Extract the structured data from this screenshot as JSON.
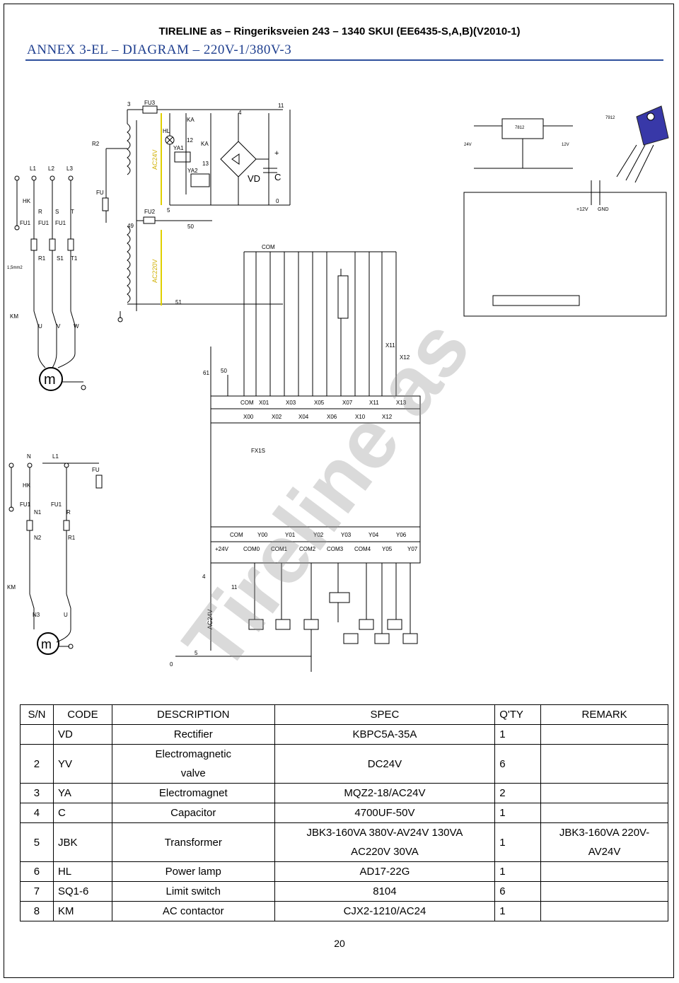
{
  "header": {
    "company": "TIRELINE as – Ringeriksveien 243 – 1340 SKUI (EE6435-S,A,B)(V2010-1)",
    "title": "ANNEX 3-EL – DIAGRAM – 220V-1/380V-3"
  },
  "diagram": {
    "labels": {
      "fu3": "FU3",
      "n3": "3",
      "n4": "4",
      "n11": "11",
      "km_top": "KA",
      "hl": "HL",
      "ya1": "YA1",
      "ya2": "YA2",
      "n12": "12",
      "n13": "13",
      "r2": "R2",
      "fu": "FU",
      "fu2": "FU2",
      "n5": "5",
      "n49": "49",
      "n50": "50",
      "n51": "51",
      "ac24v": "AC24V",
      "ac220v": "AC220V",
      "vd": "VD",
      "c": "C",
      "plus": "+",
      "zero": "0",
      "l1": "L1",
      "l2": "L2",
      "l3": "L3",
      "hk": "HK",
      "r": "R",
      "s": "S",
      "t": "T",
      "fu1": "FU1",
      "r1": "R1",
      "s1": "S1",
      "t1": "T1",
      "mm": "1,5mm2",
      "km": "KM",
      "u": "U",
      "v": "V",
      "w": "W",
      "m": "m",
      "com": "COM",
      "x11": "X11",
      "x12": "X12",
      "n61": "61",
      "n50b": "50",
      "ic1": "7812",
      "v24": "24V",
      "v12": "12V",
      "ic2": "7912",
      "p12v": "+12V",
      "gnd": "GND",
      "fx1s": "FX1S",
      "n_top": [
        "COM",
        "X01",
        "X03",
        "X05",
        "X07",
        "X11",
        "X13"
      ],
      "n_bot": [
        "X00",
        "X02",
        "X04",
        "X06",
        "X10",
        "X12"
      ],
      "y_top": [
        "COM",
        "Y00",
        "Y01",
        "Y02",
        "Y03",
        "Y04",
        "Y06"
      ],
      "y_bot": [
        "+24V",
        "COM0",
        "COM1",
        "COM2",
        "COM3",
        "COM4",
        "Y05",
        "Y07"
      ],
      "n": "N",
      "l1b": "L1",
      "hk2": "HK",
      "fu1b": "FU1",
      "n1": "N1",
      "rb": "R",
      "n2": "N2",
      "r1b": "R1",
      "km2": "KM",
      "n3b": "N3",
      "ub": "U",
      "n4b": "4",
      "n11b": "11",
      "n0": "0",
      "n5b": "5",
      "ac24vb": "AC24V"
    }
  },
  "watermark": "Tireline as",
  "table": {
    "headers": [
      "S/N",
      "CODE",
      "DESCRIPTION",
      "SPEC",
      "Q'TY",
      "REMARK"
    ],
    "rows": [
      {
        "sn": "",
        "code": "VD",
        "desc1": "Rectifier",
        "desc2": "",
        "spec1": "KBPC5A-35A",
        "spec2": "",
        "qty": "1",
        "remark1": "",
        "remark2": ""
      },
      {
        "sn": "2",
        "code": "YV",
        "desc1": "Electromagnetic",
        "desc2": "valve",
        "spec1": "DC24V",
        "spec2": "",
        "qty": "6",
        "remark1": "",
        "remark2": ""
      },
      {
        "sn": "3",
        "code": "YA",
        "desc1": "Electromagnet",
        "desc2": "",
        "spec1": "MQZ2-18/AC24V",
        "spec2": "",
        "qty": "2",
        "remark1": "",
        "remark2": ""
      },
      {
        "sn": "4",
        "code": "C",
        "desc1": "Capacitor",
        "desc2": "",
        "spec1": "4700UF-50V",
        "spec2": "",
        "qty": "1",
        "remark1": "",
        "remark2": ""
      },
      {
        "sn": "5",
        "code": "JBK",
        "desc1": "Transformer",
        "desc2": "",
        "spec1": "JBK3-160VA 380V-AV24V 130VA",
        "spec2": "AC220V 30VA",
        "qty": "1",
        "remark1": "JBK3-160VA 220V-",
        "remark2": "AV24V"
      },
      {
        "sn": "6",
        "code": "HL",
        "desc1": "Power lamp",
        "desc2": "",
        "spec1": "AD17-22G",
        "spec2": "",
        "qty": "1",
        "remark1": "",
        "remark2": ""
      },
      {
        "sn": "7",
        "code": "SQ1-6",
        "desc1": "Limit switch",
        "desc2": "",
        "spec1": "8104",
        "spec2": "",
        "qty": "6",
        "remark1": "",
        "remark2": ""
      },
      {
        "sn": "8",
        "code": "KM",
        "desc1": "AC contactor",
        "desc2": "",
        "spec1": "CJX2-1210/AC24",
        "spec2": "",
        "qty": "1",
        "remark1": "",
        "remark2": ""
      }
    ]
  },
  "footer": {
    "page_number": "20"
  }
}
